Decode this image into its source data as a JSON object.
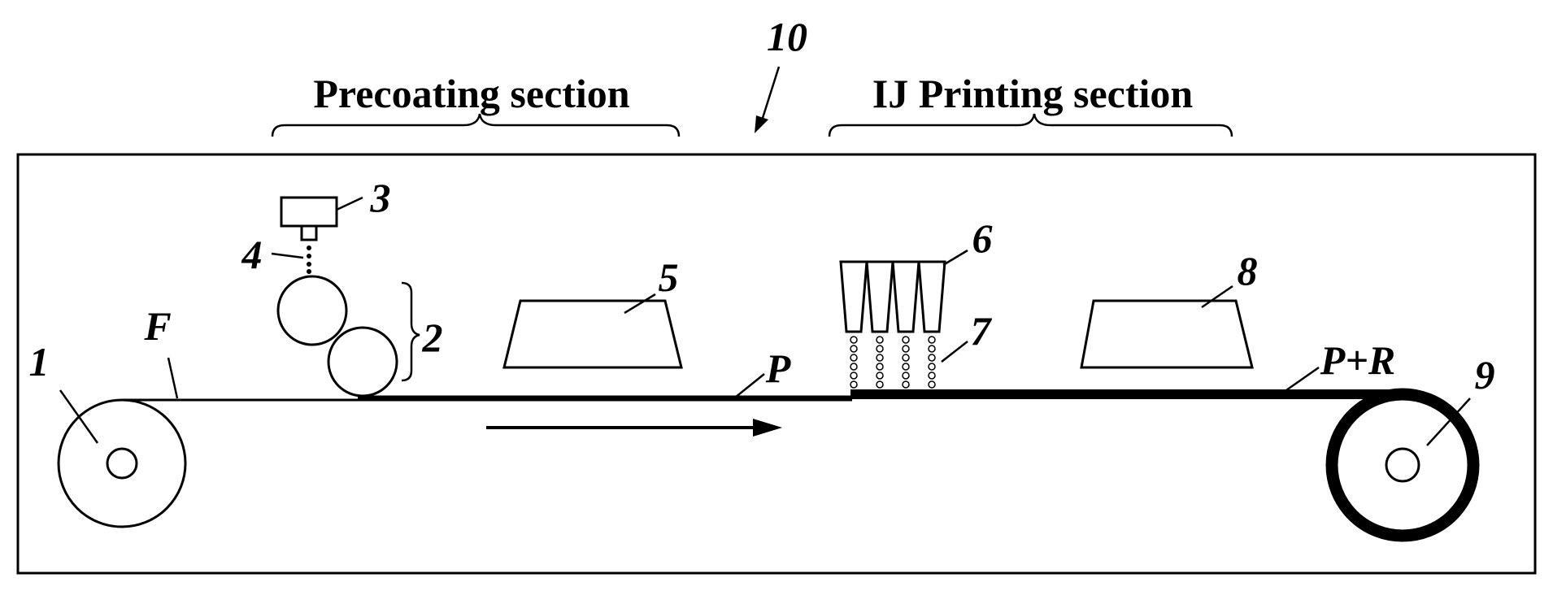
{
  "sections": {
    "precoating": "Precoating section",
    "ij_printing": "IJ Printing section"
  },
  "labels": {
    "apparatus": "10",
    "unwind_roll": "1",
    "film": "F",
    "coating_rolls": "2",
    "supply_nozzle": "3",
    "coating_liquid": "4",
    "dryer_1": "5",
    "inkjet_heads": "6",
    "ink_droplets": "7",
    "dryer_2": "8",
    "winding_roll": "9",
    "precoated_film": "P",
    "printed_film": "P+R"
  }
}
